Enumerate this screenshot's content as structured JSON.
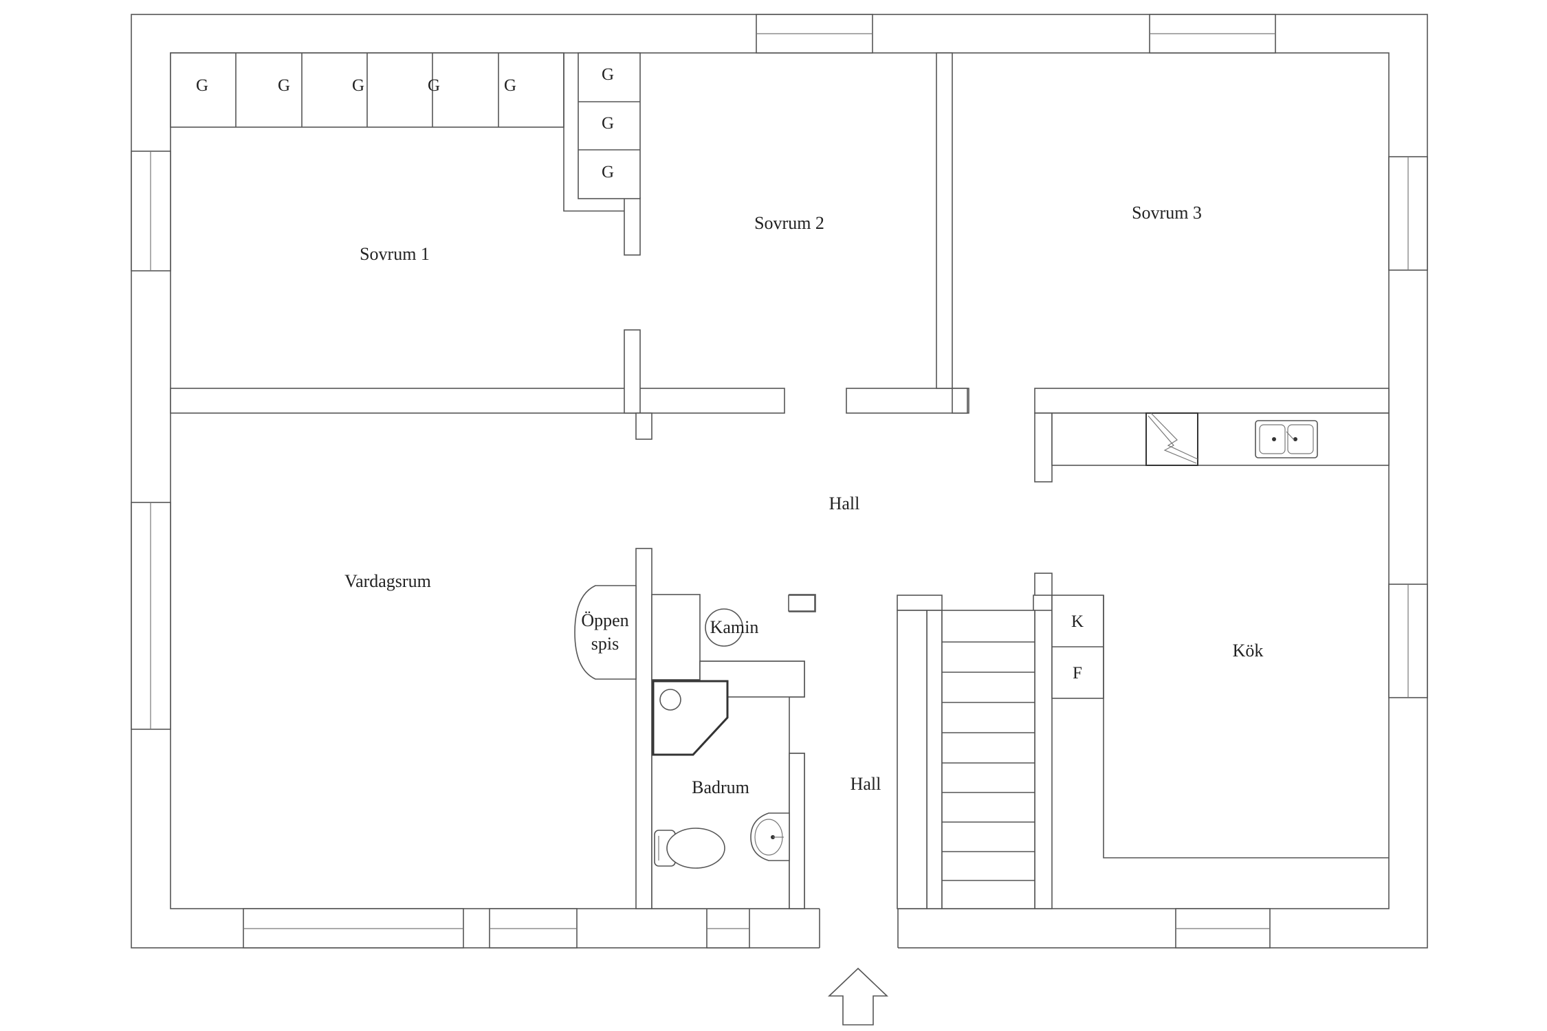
{
  "rooms": {
    "sovrum1": "Sovrum 1",
    "sovrum2": "Sovrum 2",
    "sovrum3": "Sovrum 3",
    "vardagsrum": "Vardagsrum",
    "hall_main": "Hall",
    "hall_entry": "Hall",
    "kok": "Kök",
    "badrum": "Badrum",
    "oppen_spis_line1": "Öppen",
    "oppen_spis_line2": "spis",
    "kamin": "Kamin"
  },
  "storage": {
    "wardrobe": "G",
    "fridge": "K",
    "freezer": "F"
  },
  "icons": {
    "entrance": "entrance-arrow-icon",
    "stove": "stove-icon",
    "sink": "kitchen-sink-icon",
    "toilet": "toilet-icon",
    "washbasin": "washbasin-icon",
    "shower": "shower-icon"
  }
}
